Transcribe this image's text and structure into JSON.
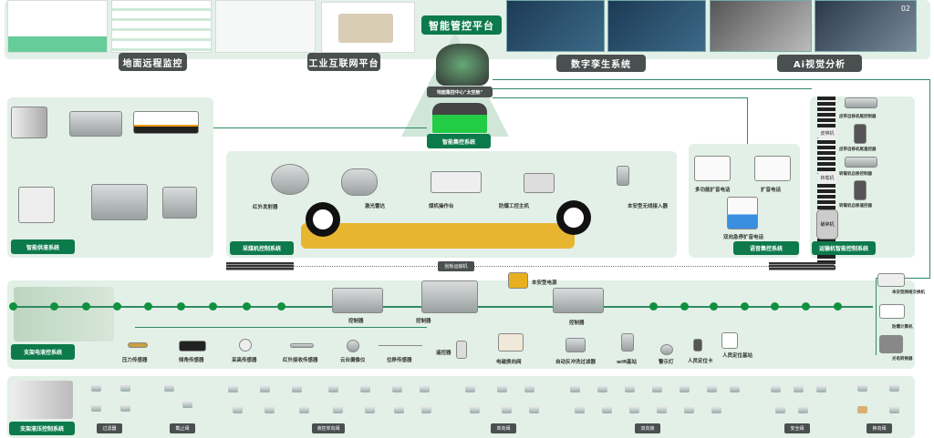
{
  "top": {
    "remote_monitor": "地面远程监控",
    "iiot_platform": "工业互联网平台",
    "smart_platform": "智能管控平台",
    "digital_twin": "数字孪生系统",
    "ai_vision": "Ai视觉分析",
    "screen_number": "02"
  },
  "center": {
    "capsule": "地面集控中心\"太空舱\"",
    "central_control": "智能集控系统"
  },
  "liquid_supply": {
    "title": "智能供液系统"
  },
  "shearer": {
    "title": "采煤机控制系统",
    "devices": [
      "红外发射器",
      "激光雷达",
      "煤机操作台",
      "防爆工控主机",
      "本安型无线接入器"
    ]
  },
  "voice": {
    "title": "语音集控系统",
    "devices": [
      "多功能扩音电话",
      "扩音电话",
      "双向急停扩音电话"
    ]
  },
  "conveyor": {
    "title": "运输机智能控制系统",
    "belt": "皮带机",
    "transfer": "转载机",
    "crusher": "破碎机",
    "devices": [
      "皮带自移机尾控制器",
      "皮带自移机尾遥控器",
      "转载机自移控制器",
      "转载机自移遥控器"
    ]
  },
  "scraper": "刮板运输机",
  "electro": {
    "title": "支架电液控系统",
    "controller": "控制器",
    "power": "本安型电源",
    "remote": "遥控器",
    "sensors": [
      "压力传感器",
      "倾角传感器",
      "采高传感器",
      "红外接收传感器",
      "云台摄像仪",
      "位移传感器"
    ],
    "others": [
      "电磁换向阀",
      "自动反冲洗过滤器",
      "wifi基站",
      "警示灯",
      "人员定位卡",
      "人员定位基站"
    ],
    "right": [
      "本安型网络交换机",
      "防爆计算机",
      "光电转换器"
    ]
  },
  "hydraulic": {
    "title": "支架液压控制系统",
    "groups": [
      "过滤器",
      "截止阀",
      "液控单向阀",
      "单向阀",
      "双向锁",
      "安全阀",
      "换向阀"
    ]
  },
  "colors": {
    "green": "#0d7a4b",
    "band": "#e2f0e7",
    "line": "#2f8a62",
    "node": "#11913f"
  }
}
